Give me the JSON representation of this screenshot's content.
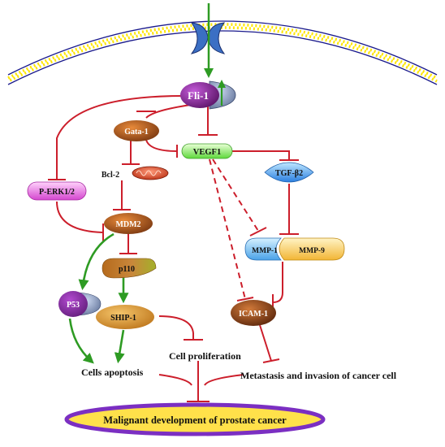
{
  "nodes": {
    "fli1": "Fli-1",
    "gata1": "Gata-1",
    "vegf1": "VEGF1",
    "perk": "P-ERK1/2",
    "bcl2": "Bcl-2",
    "tgfb2": "TGF-β2",
    "mdm2": "MDM2",
    "mmp1": "MMP-1",
    "mmp9": "MMP-9",
    "p110": "p110",
    "p53": "P53",
    "ship1": "SHIP-1",
    "icam1": "ICAM-1"
  },
  "outcomes": {
    "cell_proliferation": "Cell proliferation",
    "cells_apoptosis": "Cells apoptosis",
    "metastasis": "Metastasis and invasion of cancer cell",
    "malignant": "Malignant development of prostate cancer"
  },
  "colors": {
    "inhibit": "#cc1e2b",
    "activate": "#2e9b23",
    "membrane_lipid": "#ffe600",
    "membrane_line": "#1a1a8c",
    "channel": "#3b6fc4",
    "outcome_fill": "#ffe14a",
    "outcome_border": "#7b2fc2"
  }
}
